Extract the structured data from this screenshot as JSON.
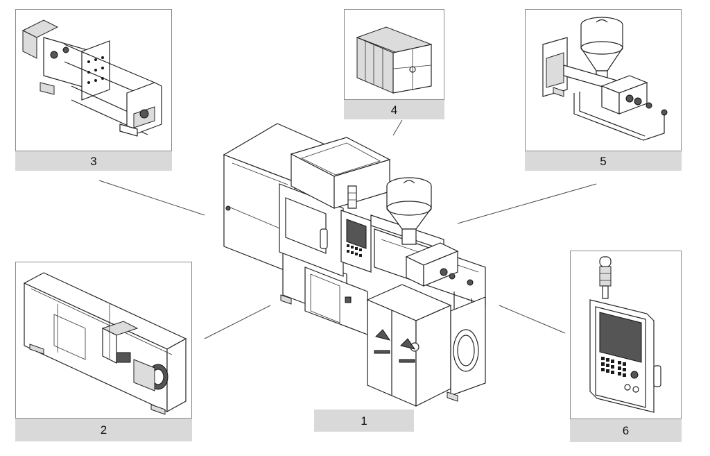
{
  "figure": {
    "callouts": [
      {
        "number": "1",
        "part": "main-machine"
      },
      {
        "number": "2",
        "part": "machine-base-frame"
      },
      {
        "number": "3",
        "part": "clamping-unit"
      },
      {
        "number": "4",
        "part": "mold"
      },
      {
        "number": "5",
        "part": "injection-unit"
      },
      {
        "number": "6",
        "part": "control-panel"
      }
    ]
  }
}
